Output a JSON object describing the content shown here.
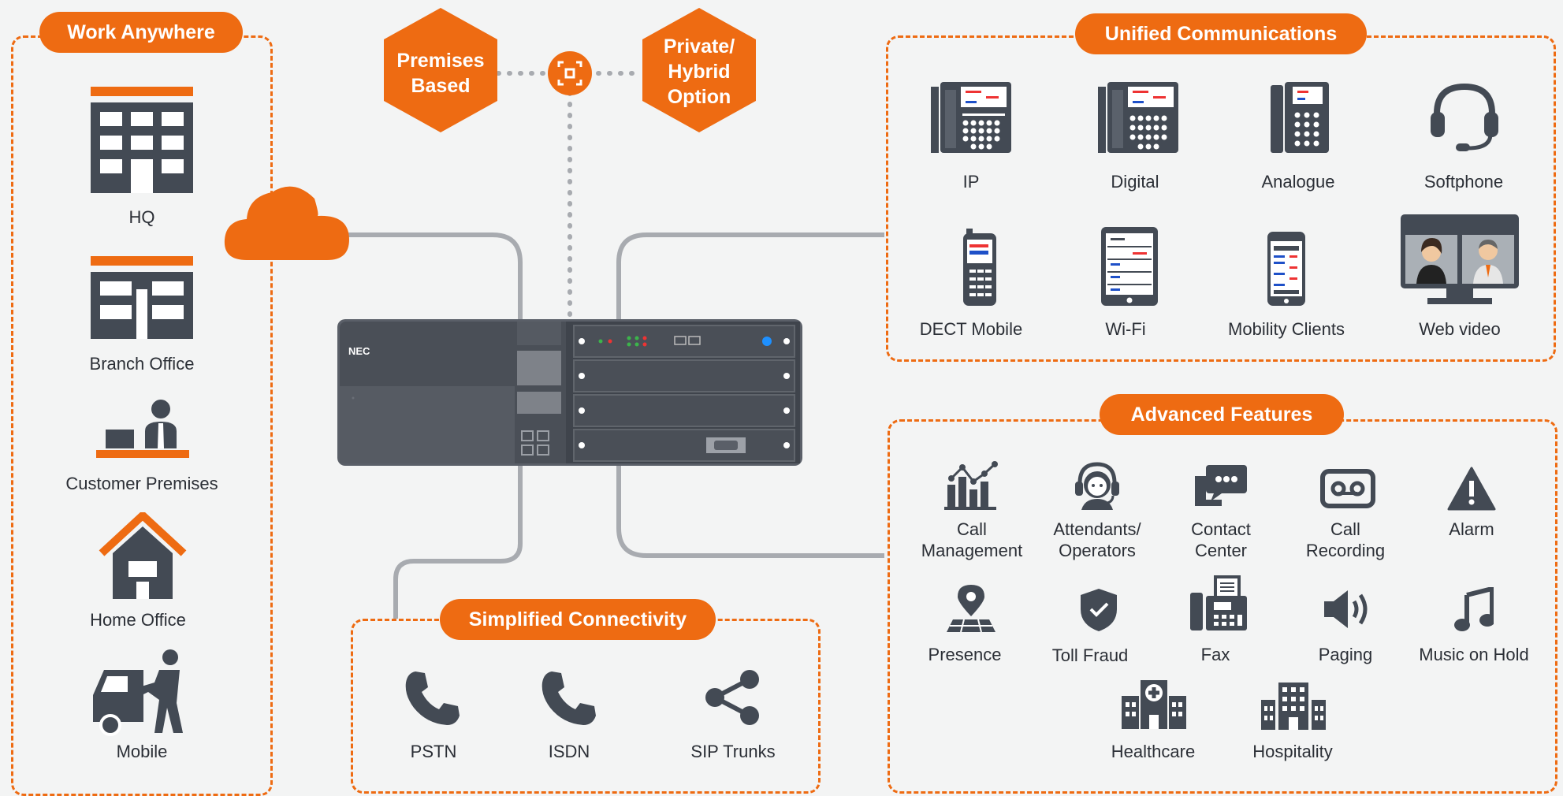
{
  "colors": {
    "accent": "#ee6b12",
    "dark": "#434a54",
    "line": "#a8abb0",
    "bg": "#f3f4f4"
  },
  "work_anywhere": {
    "title": "Work Anywhere",
    "items": [
      {
        "label": "HQ",
        "icon": "hq-building-icon"
      },
      {
        "label": "Branch Office",
        "icon": "branch-office-icon"
      },
      {
        "label": "Customer Premises",
        "icon": "customer-premises-icon"
      },
      {
        "label": "Home Office",
        "icon": "home-office-icon"
      },
      {
        "label": "Mobile",
        "icon": "mobile-worker-icon"
      }
    ]
  },
  "deployment": {
    "premises": "Premises Based",
    "premises_lines": [
      "Premises",
      "Based"
    ],
    "private_hybrid_lines": [
      "Private/",
      "Hybrid",
      "Option"
    ]
  },
  "server": {
    "brand": "NEC"
  },
  "unified_communications": {
    "title": "Unified Communications",
    "items": [
      {
        "label": "IP",
        "icon": "ip-phone-icon"
      },
      {
        "label": "Digital",
        "icon": "digital-phone-icon"
      },
      {
        "label": "Analogue",
        "icon": "analogue-phone-icon"
      },
      {
        "label": "Softphone",
        "icon": "headset-icon"
      },
      {
        "label": "DECT Mobile",
        "icon": "dect-handset-icon"
      },
      {
        "label": "Wi-Fi",
        "icon": "wifi-tablet-icon"
      },
      {
        "label": "Mobility Clients",
        "icon": "smartphone-icon"
      },
      {
        "label": "Web video",
        "icon": "video-conference-icon"
      }
    ]
  },
  "advanced_features": {
    "title": "Advanced Features",
    "items": [
      {
        "label_lines": [
          "Call",
          "Management"
        ],
        "icon": "call-management-icon"
      },
      {
        "label_lines": [
          "Attendants/",
          "Operators"
        ],
        "icon": "operator-icon"
      },
      {
        "label_lines": [
          "Contact",
          "Center"
        ],
        "icon": "contact-center-icon"
      },
      {
        "label_lines": [
          "Call",
          "Recording"
        ],
        "icon": "recording-icon"
      },
      {
        "label_lines": [
          "Alarm"
        ],
        "icon": "alarm-icon"
      },
      {
        "label_lines": [
          "Presence"
        ],
        "icon": "presence-icon"
      },
      {
        "label_lines": [
          "Toll Fraud"
        ],
        "icon": "shield-icon"
      },
      {
        "label_lines": [
          "Fax"
        ],
        "icon": "fax-icon"
      },
      {
        "label_lines": [
          "Paging"
        ],
        "icon": "speaker-icon"
      },
      {
        "label_lines": [
          "Music on Hold"
        ],
        "icon": "music-note-icon"
      },
      {
        "label_lines": [
          "Healthcare"
        ],
        "icon": "hospital-icon"
      },
      {
        "label_lines": [
          "Hospitality"
        ],
        "icon": "hotel-icon"
      }
    ]
  },
  "simplified_connectivity": {
    "title": "Simplified Connectivity",
    "items": [
      {
        "label": "PSTN",
        "icon": "phone-handset-icon"
      },
      {
        "label": "ISDN",
        "icon": "phone-handset-icon"
      },
      {
        "label": "SIP Trunks",
        "icon": "share-icon"
      }
    ]
  }
}
